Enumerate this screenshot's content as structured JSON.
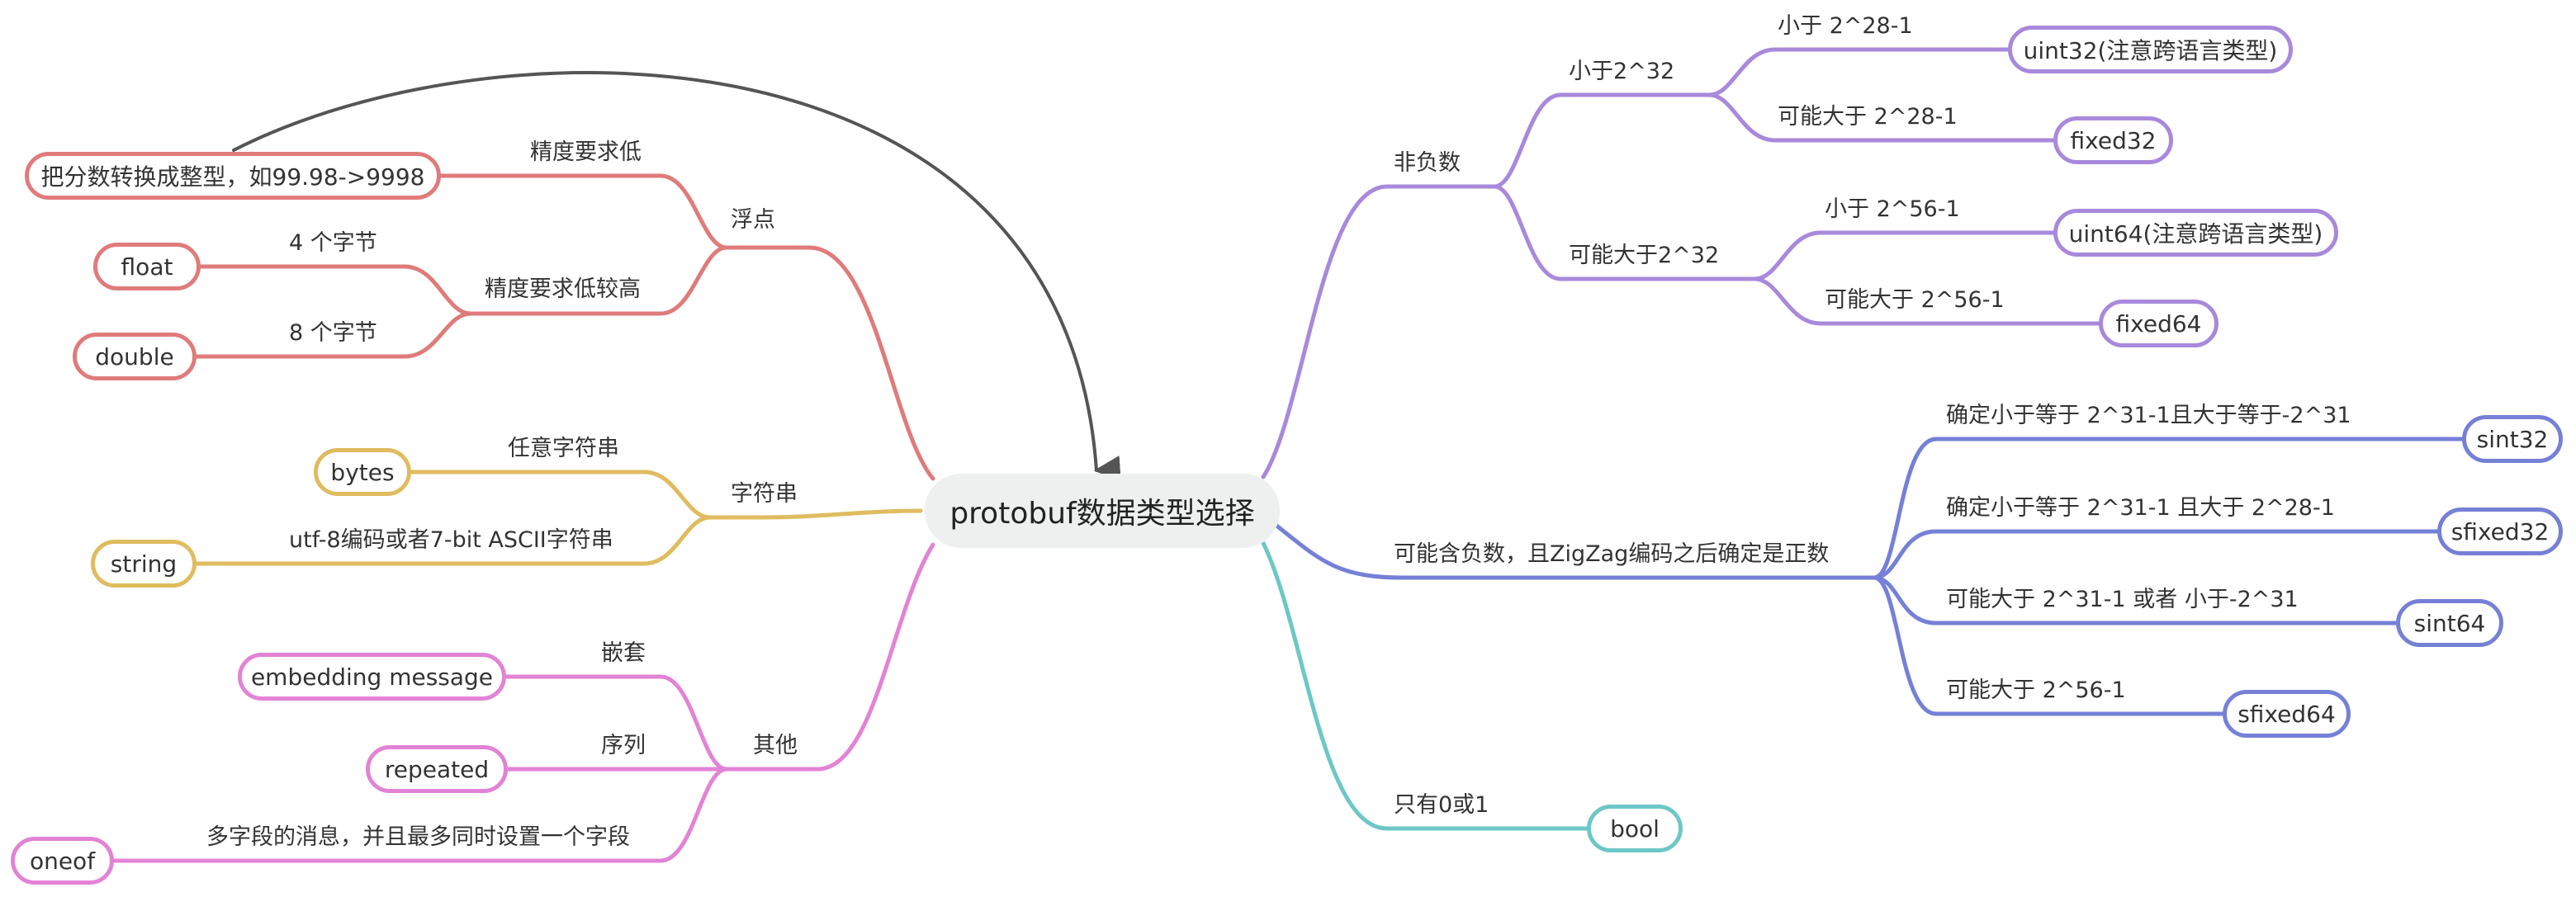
{
  "root": "protobuf数据类型选择",
  "colors": {
    "float_branch": "#e07b7b",
    "string_branch": "#dfbc5f",
    "other_branch": "#e283d5",
    "nonneg_branch": "#a889db",
    "negative_branch": "#7580d6",
    "bool_branch": "#6ec7c7",
    "arrow": "#555555"
  },
  "left": {
    "float": {
      "label": "浮点",
      "low_precision": {
        "label": "精度要求低",
        "leaf": "把分数转换成整型，如99.98->9998"
      },
      "higher_precision": {
        "label": "精度要求低较高",
        "four_bytes": {
          "label": "4 个字节",
          "leaf": "float"
        },
        "eight_bytes": {
          "label": "8 个字节",
          "leaf": "double"
        }
      }
    },
    "string": {
      "label": "字符串",
      "any": {
        "label": "任意字符串",
        "leaf": "bytes"
      },
      "utf8": {
        "label": "utf-8编码或者7-bit ASCII字符串",
        "leaf": "string"
      }
    },
    "other": {
      "label": "其他",
      "nested": {
        "label": "嵌套",
        "leaf": "embedding message"
      },
      "sequence": {
        "label": "序列",
        "leaf": "repeated"
      },
      "multi": {
        "label": "多字段的消息，并且最多同时设置一个字段",
        "leaf": "oneof"
      }
    }
  },
  "right": {
    "nonneg": {
      "label": "非负数",
      "lt2_32": {
        "label": "小于2^32",
        "a": {
          "label": "小于 2^28-1",
          "leaf": "uint32(注意跨语言类型)"
        },
        "b": {
          "label": "可能大于 2^28-1",
          "leaf": "fixed32"
        }
      },
      "gt2_32": {
        "label": "可能大于2^32",
        "a": {
          "label": "小于 2^56-1",
          "leaf": "uint64(注意跨语言类型)"
        },
        "b": {
          "label": "可能大于 2^56-1",
          "leaf": "fixed64"
        }
      }
    },
    "negative": {
      "label": "可能含负数，且ZigZag编码之后确定是正数",
      "a": {
        "label": "确定小于等于 2^31-1且大于等于-2^31",
        "leaf": "sint32"
      },
      "b": {
        "label": "确定小于等于 2^31-1 且大于 2^28-1",
        "leaf": "sfixed32"
      },
      "c": {
        "label": "可能大于 2^31-1 或者 小于-2^31",
        "leaf": "sint64"
      },
      "d": {
        "label": "可能大于 2^56-1",
        "leaf": "sfixed64"
      }
    },
    "bool": {
      "label": "只有0或1",
      "leaf": "bool"
    }
  }
}
